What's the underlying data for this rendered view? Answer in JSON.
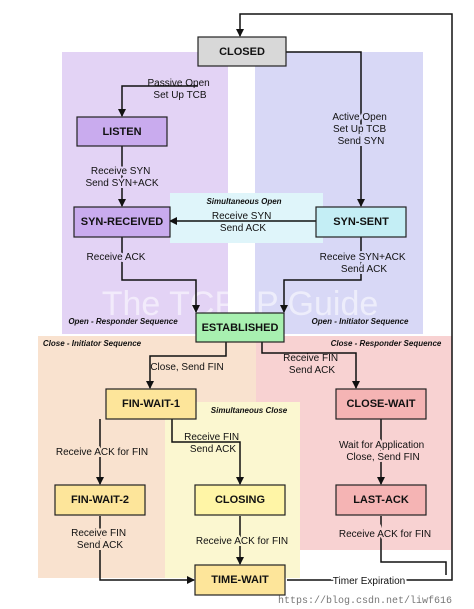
{
  "watermark": "The TCP/IP Guide",
  "footer_url": "https://blog.csdn.net/liwf616",
  "colors": {
    "passive_region": "#e3d3f5",
    "active_region": "#d8d8f6",
    "simul_open_region": "#dff5fa",
    "close_init_region": "#f9e2cf",
    "close_resp_region": "#f8d2d2",
    "simul_close_region": "#fbf7d0",
    "closed": "#d8d8d8",
    "listen": "#c9abee",
    "syn_received": "#c9abee",
    "syn_sent": "#c4eef5",
    "established": "#a8f0b0",
    "fin_wait": "#fde59a",
    "closing": "#fff5a6",
    "time_wait": "#fde59a",
    "close_wait": "#f5b4b4",
    "last_ack": "#f5b4b4"
  },
  "regions": {
    "simultaneous_open": "Simultaneous Open",
    "open_responder": "Open - Responder Sequence",
    "open_initiator": "Open - Initiator Sequence",
    "close_initiator": "Close - Initiator Sequence",
    "close_responder": "Close - Responder Sequence",
    "simultaneous_close": "Simultaneous Close"
  },
  "states": {
    "closed": "CLOSED",
    "listen": "LISTEN",
    "syn_received": "SYN-RECEIVED",
    "syn_sent": "SYN-SENT",
    "established": "ESTABLISHED",
    "fin_wait_1": "FIN-WAIT-1",
    "fin_wait_2": "FIN-WAIT-2",
    "closing": "CLOSING",
    "time_wait": "TIME-WAIT",
    "close_wait": "CLOSE-WAIT",
    "last_ack": "LAST-ACK"
  },
  "transitions": {
    "passive_open": [
      "Passive Open",
      "Set Up TCB"
    ],
    "active_open": [
      "Active Open",
      "Set Up TCB",
      "Send SYN"
    ],
    "listen_to_synrcvd": [
      "Receive SYN",
      "Send SYN+ACK"
    ],
    "synsent_to_synrcvd": [
      "Receive SYN",
      "Send ACK"
    ],
    "synrcvd_to_estab": [
      "Receive ACK"
    ],
    "synsent_to_estab": [
      "Receive SYN+ACK",
      "Send ACK"
    ],
    "estab_to_finwait1": [
      "Close, Send FIN"
    ],
    "estab_to_closewait": [
      "Receive FIN",
      "Send ACK"
    ],
    "finwait1_to_finwait2": [
      "Receive ACK for FIN"
    ],
    "finwait1_to_closing": [
      "Receive FIN",
      "Send ACK"
    ],
    "closewait_to_lastack": [
      "Wait for Application",
      "Close, Send FIN"
    ],
    "finwait2_to_timewait": [
      "Receive FIN",
      "Send ACK"
    ],
    "closing_to_timewait": [
      "Receive ACK for FIN"
    ],
    "lastack_to_closed": [
      "Receive ACK for FIN"
    ],
    "timewait_to_closed": [
      "Timer Expiration"
    ]
  }
}
